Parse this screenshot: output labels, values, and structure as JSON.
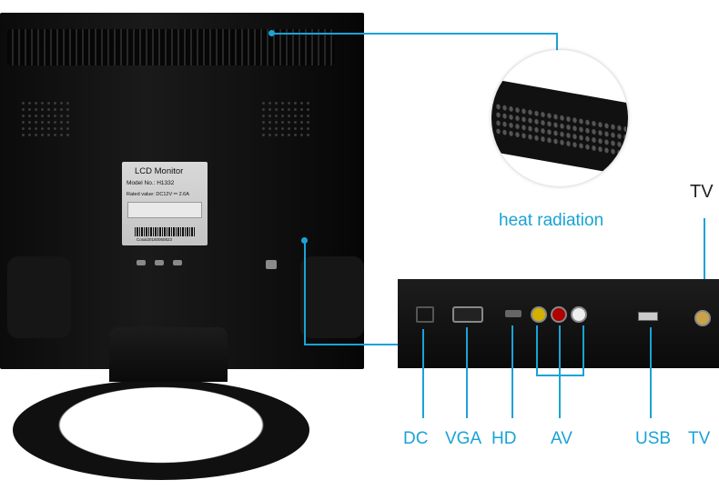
{
  "monitor_label": {
    "title": "LCD Monitor",
    "model": "Model No.: H1332",
    "rated": "Rated value:  DC12V ⎓ 2.6A",
    "serial": "Cosai20160060823"
  },
  "callouts": {
    "heat_radiation": "heat radiation",
    "tv_top": "TV"
  },
  "ports": [
    "DC",
    "VGA",
    "HD",
    "AV",
    "USB",
    "TV"
  ],
  "colors": {
    "accent": "#1aa3d6",
    "body": "#111111"
  }
}
